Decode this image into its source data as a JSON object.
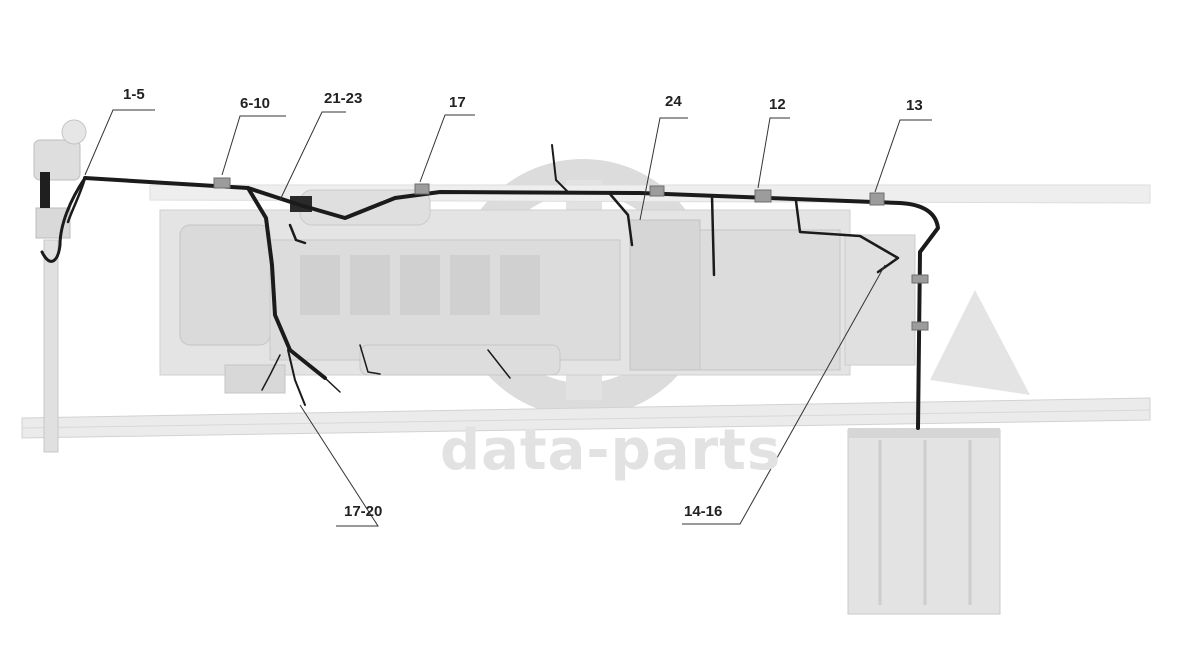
{
  "callouts": {
    "c1": "1-5",
    "c2": "6-10",
    "c3": "21-23",
    "c4": "17",
    "c5": "24",
    "c6": "12",
    "c7": "13",
    "c8": "17-20",
    "c9": "14-16"
  },
  "watermark": "data-parts",
  "colors": {
    "harness": "#1b1b1b",
    "engine": "#d6d6d6",
    "frame": "#e8e8e8",
    "battery": "#dedede",
    "watermark": "#e2e2e2"
  }
}
